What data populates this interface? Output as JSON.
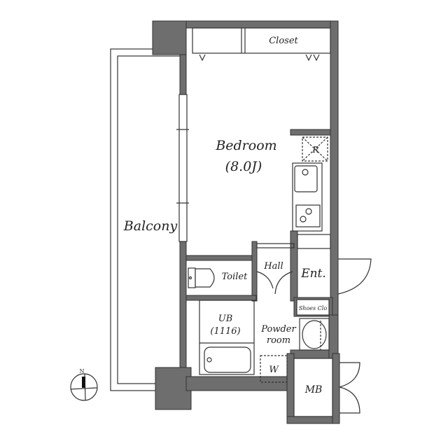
{
  "rooms": {
    "closet": "Closet",
    "bedroom": "Bedroom",
    "bedroom_size": "(8.0J)",
    "balcony": "Balcony",
    "toilet": "Toilet",
    "hall": "Hall",
    "entrance": "Ent.",
    "shoes_closet": "Shoes Clo",
    "unit_bath": "UB",
    "unit_bath_size": "(1116)",
    "powder_room_line1": "Powder",
    "powder_room_line2": "room",
    "washer": "W",
    "meter_box": "MB",
    "refrigerator": "R"
  },
  "compass": {
    "north": "N"
  },
  "colors": {
    "wall": "#6e6e6e",
    "line": "#333333"
  }
}
